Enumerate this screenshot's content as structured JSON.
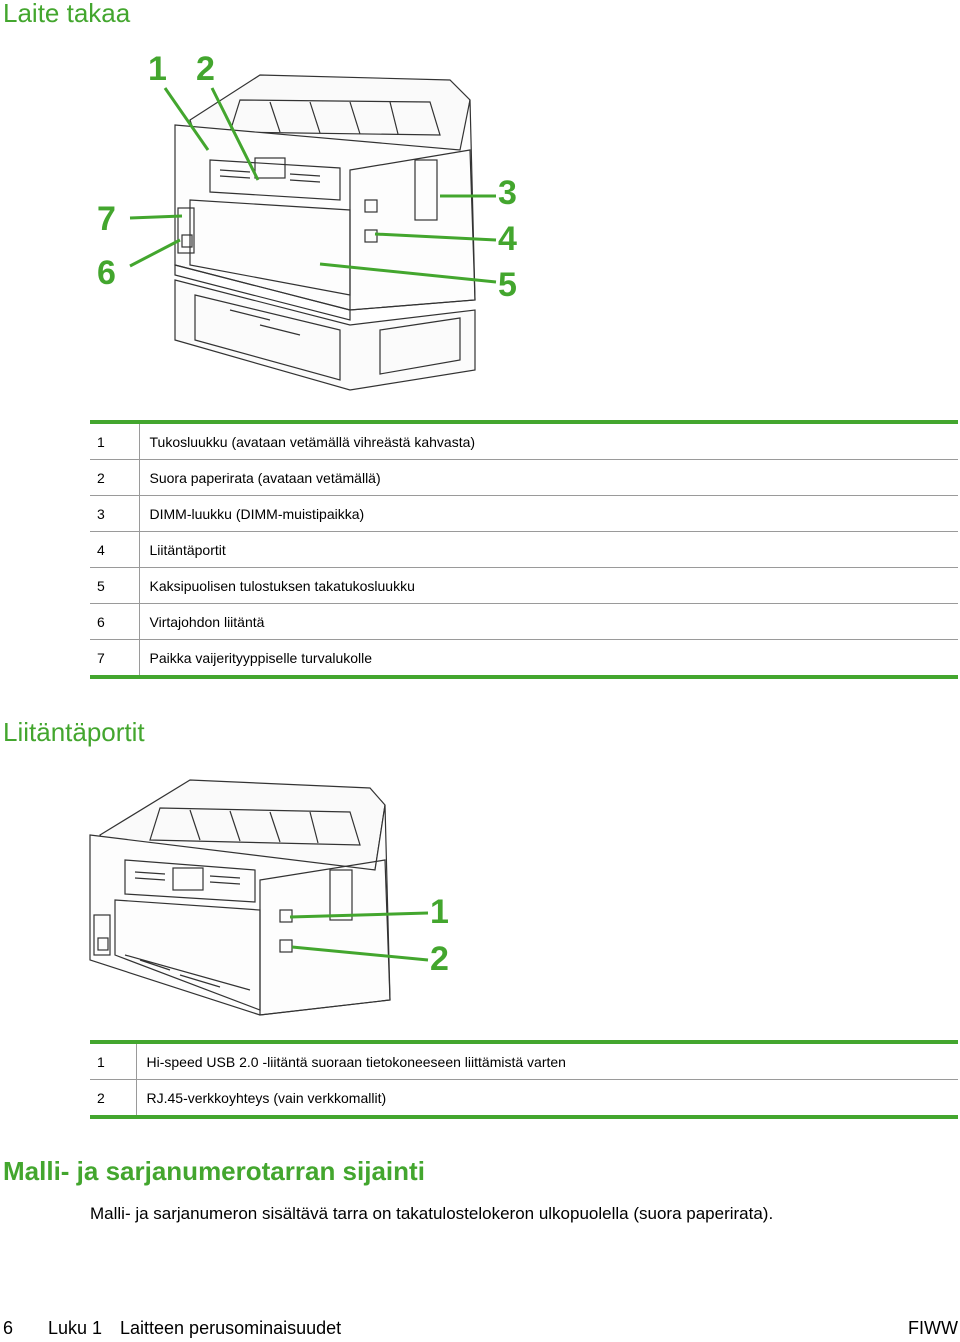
{
  "section1": {
    "title": "Laite takaa",
    "callouts": [
      "1",
      "2",
      "3",
      "4",
      "5",
      "6",
      "7"
    ],
    "items": [
      {
        "num": "1",
        "text": "Tukosluukku (avataan vetämällä vihreästä kahvasta)"
      },
      {
        "num": "2",
        "text": "Suora paperirata (avataan vetämällä)"
      },
      {
        "num": "3",
        "text": "DIMM-luukku (DIMM-muistipaikka)"
      },
      {
        "num": "4",
        "text": "Liitäntäportit"
      },
      {
        "num": "5",
        "text": "Kaksipuolisen tulostuksen takatukosluukku"
      },
      {
        "num": "6",
        "text": "Virtajohdon liitäntä"
      },
      {
        "num": "7",
        "text": "Paikka vaijerityyppiselle turvalukolle"
      }
    ]
  },
  "section2": {
    "title": "Liitäntäportit",
    "callouts": [
      "1",
      "2"
    ],
    "items": [
      {
        "num": "1",
        "text": "Hi-speed USB 2.0 -liitäntä suoraan tietokoneeseen liittämistä varten"
      },
      {
        "num": "2",
        "text": "RJ.45-verkkoyhteys (vain verkkomallit)"
      }
    ]
  },
  "section3": {
    "title": "Malli- ja sarjanumerotarran sijainti",
    "paragraph": "Malli- ja sarjanumeron sisältävä tarra on takatulostelokeron ulkopuolella (suora paperirata)."
  },
  "footer": {
    "page": "6",
    "chapter": "Luku 1",
    "chapter_title": "Laitteen perusominaisuudet",
    "lang": "FIWW"
  },
  "colors": {
    "accent": "#43a62e"
  }
}
